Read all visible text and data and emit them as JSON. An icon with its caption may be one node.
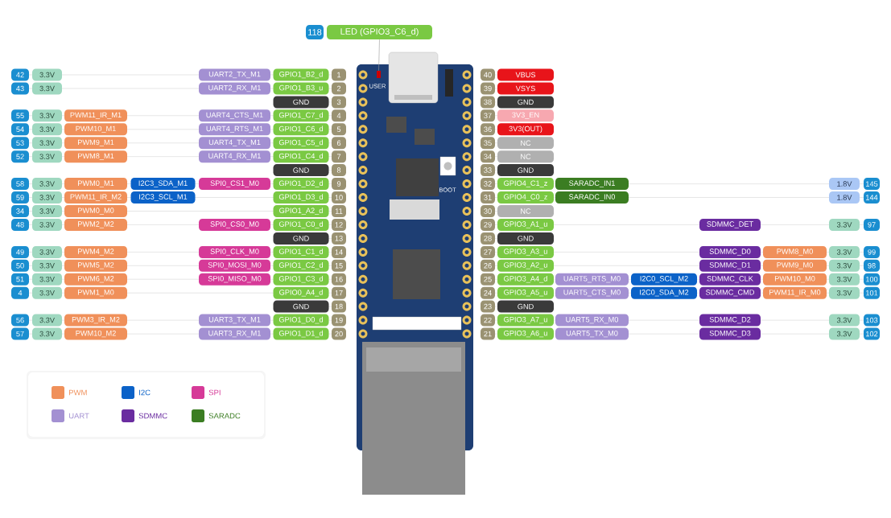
{
  "diagram": {
    "nodes": [
      {
        "text": [
          "118"
        ]
      },
      {
        "text": [
          "LED (GPIO3_C6_d)"
        ]
      },
      {
        "text": [
          "42"
        ]
      },
      {
        "text": [
          "3.3V"
        ]
      },
      {
        "text": [
          "UART2_TX_M1"
        ]
      },
      {
        "text": [
          "GPIO1_B2_d"
        ]
      },
      {
        "text": [
          "1"
        ]
      },
      {
        "text": [
          "43"
        ]
      },
      {
        "text": [
          "3.3V"
        ]
      },
      {
        "text": [
          "UART2_RX_M1"
        ]
      },
      {
        "text": [
          "GPIO1_B3_u"
        ]
      },
      {
        "text": [
          "2"
        ]
      },
      {
        "text": [
          "GND"
        ]
      },
      {
        "text": [
          "3"
        ]
      },
      {
        "text": [
          "55"
        ]
      },
      {
        "text": [
          "3.3V"
        ]
      },
      {
        "text": [
          "PWM11_IR_M1"
        ]
      },
      {
        "text": [
          "UART4_CTS_M1"
        ]
      },
      {
        "text": [
          "GPIO1_C7_d"
        ]
      },
      {
        "text": [
          "4"
        ]
      },
      {
        "text": [
          "54"
        ]
      },
      {
        "text": [
          "3.3V"
        ]
      },
      {
        "text": [
          "PWM10_M1"
        ]
      },
      {
        "text": [
          "UART4_RTS_M1"
        ]
      },
      {
        "text": [
          "GPIO1_C6_d"
        ]
      },
      {
        "text": [
          "5"
        ]
      },
      {
        "text": [
          "53"
        ]
      },
      {
        "text": [
          "3.3V"
        ]
      },
      {
        "text": [
          "PWM9_M1"
        ]
      },
      {
        "text": [
          "UART4_TX_M1"
        ]
      },
      {
        "text": [
          "GPIO1_C5_d"
        ]
      },
      {
        "text": [
          "6"
        ]
      },
      {
        "text": [
          "52"
        ]
      },
      {
        "text": [
          "3.3V"
        ]
      },
      {
        "text": [
          "PWM8_M1"
        ]
      },
      {
        "text": [
          "UART4_RX_M1"
        ]
      },
      {
        "text": [
          "GPIO1_C4_d"
        ]
      },
      {
        "text": [
          "7"
        ]
      },
      {
        "text": [
          "GND"
        ]
      },
      {
        "text": [
          "8"
        ]
      },
      {
        "text": [
          "58"
        ]
      },
      {
        "text": [
          "3.3V"
        ]
      },
      {
        "text": [
          "PWM0_M1"
        ]
      },
      {
        "text": [
          "I2C3_SDA_M1"
        ]
      },
      {
        "text": [
          "SPI0_CS1_M0"
        ]
      },
      {
        "text": [
          "GPIO1_D2_d"
        ]
      },
      {
        "text": [
          "9"
        ]
      },
      {
        "text": [
          "59"
        ]
      },
      {
        "text": [
          "3.3V"
        ]
      },
      {
        "text": [
          "PWM11_IR_M2"
        ]
      },
      {
        "text": [
          "I2C3_SCL_M1"
        ]
      },
      {
        "text": [
          "GPIO1_D3_d"
        ]
      },
      {
        "text": [
          "10"
        ]
      },
      {
        "text": [
          "34"
        ]
      },
      {
        "text": [
          "3.3V"
        ]
      },
      {
        "text": [
          "PWM0_M0"
        ]
      },
      {
        "text": [
          "GPIO1_A2_d"
        ]
      },
      {
        "text": [
          "11"
        ]
      },
      {
        "text": [
          "48"
        ]
      },
      {
        "text": [
          "3.3V"
        ]
      },
      {
        "text": [
          "PWM2_M2"
        ]
      },
      {
        "text": [
          "SPI0_CS0_M0"
        ]
      },
      {
        "text": [
          "GPIO1_C0_d"
        ]
      },
      {
        "text": [
          "12"
        ]
      },
      {
        "text": [
          "GND"
        ]
      },
      {
        "text": [
          "13"
        ]
      },
      {
        "text": [
          "49"
        ]
      },
      {
        "text": [
          "3.3V"
        ]
      },
      {
        "text": [
          "PWM4_M2"
        ]
      },
      {
        "text": [
          "SPI0_CLK_M0"
        ]
      },
      {
        "text": [
          "GPIO1_C1_d"
        ]
      },
      {
        "text": [
          "14"
        ]
      },
      {
        "text": [
          "50"
        ]
      },
      {
        "text": [
          "3.3V"
        ]
      },
      {
        "text": [
          "PWM5_M2"
        ]
      },
      {
        "text": [
          "SPI0_MOSI_M0"
        ]
      },
      {
        "text": [
          "GPIO1_C2_d"
        ]
      },
      {
        "text": [
          "15"
        ]
      },
      {
        "text": [
          "51"
        ]
      },
      {
        "text": [
          "3.3V"
        ]
      },
      {
        "text": [
          "PWM6_M2"
        ]
      },
      {
        "text": [
          "SPI0_MISO_M0"
        ]
      },
      {
        "text": [
          "GPIO1_C3_d"
        ]
      },
      {
        "text": [
          "16"
        ]
      },
      {
        "text": [
          "4"
        ]
      },
      {
        "text": [
          "3.3V"
        ]
      },
      {
        "text": [
          "PWM1_M0"
        ]
      },
      {
        "text": [
          "GPIO0_A4_d"
        ]
      },
      {
        "text": [
          "17"
        ]
      },
      {
        "text": [
          "GND"
        ]
      },
      {
        "text": [
          "18"
        ]
      },
      {
        "text": [
          "56"
        ]
      },
      {
        "text": [
          "3.3V"
        ]
      },
      {
        "text": [
          "PWM3_IR_M2"
        ]
      },
      {
        "text": [
          "UART3_TX_M1"
        ]
      },
      {
        "text": [
          "GPIO1_D0_d"
        ]
      },
      {
        "text": [
          "19"
        ]
      },
      {
        "text": [
          "57"
        ]
      },
      {
        "text": [
          "3.3V"
        ]
      },
      {
        "text": [
          "PWM10_M2"
        ]
      },
      {
        "text": [
          "UART3_RX_M1"
        ]
      },
      {
        "text": [
          "GPIO1_D1_d"
        ]
      },
      {
        "text": [
          "20"
        ]
      },
      {
        "text": [
          "40"
        ]
      },
      {
        "text": [
          "VBUS"
        ]
      },
      {
        "text": [
          "39"
        ]
      },
      {
        "text": [
          "VSYS"
        ]
      },
      {
        "text": [
          "38"
        ]
      },
      {
        "text": [
          "GND"
        ]
      },
      {
        "text": [
          "37"
        ]
      },
      {
        "text": [
          "3V3_EN"
        ]
      },
      {
        "text": [
          "36"
        ]
      },
      {
        "text": [
          "3V3(OUT)"
        ]
      },
      {
        "text": [
          "35"
        ]
      },
      {
        "text": [
          "NC"
        ]
      },
      {
        "text": [
          "34"
        ]
      },
      {
        "text": [
          "NC"
        ]
      },
      {
        "text": [
          "33"
        ]
      },
      {
        "text": [
          "GND"
        ]
      },
      {
        "text": [
          "32"
        ]
      },
      {
        "text": [
          "GPIO4_C1_z"
        ]
      },
      {
        "text": [
          "SARADC_IN1"
        ]
      },
      {
        "text": [
          "1.8V"
        ]
      },
      {
        "text": [
          "145"
        ]
      },
      {
        "text": [
          "31"
        ]
      },
      {
        "text": [
          "GPIO4_C0_z"
        ]
      },
      {
        "text": [
          "SARADC_IN0"
        ]
      },
      {
        "text": [
          "1.8V"
        ]
      },
      {
        "text": [
          "144"
        ]
      },
      {
        "text": [
          "30"
        ]
      },
      {
        "text": [
          "NC"
        ]
      },
      {
        "text": [
          "29"
        ]
      },
      {
        "text": [
          "GPIO3_A1_u"
        ]
      },
      {
        "text": [
          "SDMMC_DET"
        ]
      },
      {
        "text": [
          "3.3V"
        ]
      },
      {
        "text": [
          "97"
        ]
      },
      {
        "text": [
          "28"
        ]
      },
      {
        "text": [
          "GND"
        ]
      },
      {
        "text": [
          "27"
        ]
      },
      {
        "text": [
          "GPIO3_A3_u"
        ]
      },
      {
        "text": [
          "SDMMC_D0"
        ]
      },
      {
        "text": [
          "PWM8_M0"
        ]
      },
      {
        "text": [
          "3.3V"
        ]
      },
      {
        "text": [
          "99"
        ]
      },
      {
        "text": [
          "26"
        ]
      },
      {
        "text": [
          "GPIO3_A2_u"
        ]
      },
      {
        "text": [
          "SDMMC_D1"
        ]
      },
      {
        "text": [
          "PWM9_M0"
        ]
      },
      {
        "text": [
          "3.3V"
        ]
      },
      {
        "text": [
          "98"
        ]
      },
      {
        "text": [
          "25"
        ]
      },
      {
        "text": [
          "GPIO3_A4_d"
        ]
      },
      {
        "text": [
          "UART5_RTS_M0"
        ]
      },
      {
        "text": [
          "I2C0_SCL_M2"
        ]
      },
      {
        "text": [
          "SDMMC_CLK"
        ]
      },
      {
        "text": [
          "PWM10_M0"
        ]
      },
      {
        "text": [
          "3.3V"
        ]
      },
      {
        "text": [
          "100"
        ]
      },
      {
        "text": [
          "24"
        ]
      },
      {
        "text": [
          "GPIO3_A5_u"
        ]
      },
      {
        "text": [
          "UART5_CTS_M0"
        ]
      },
      {
        "text": [
          "I2C0_SDA_M2"
        ]
      },
      {
        "text": [
          "SDMMC_CMD"
        ]
      },
      {
        "text": [
          "PWM11_IR_M0"
        ]
      },
      {
        "text": [
          "3.3V"
        ]
      },
      {
        "text": [
          "101"
        ]
      },
      {
        "text": [
          "23"
        ]
      },
      {
        "text": [
          "GND"
        ]
      },
      {
        "text": [
          "22"
        ]
      },
      {
        "text": [
          "GPIO3_A7_u"
        ]
      },
      {
        "text": [
          "UART5_RX_M0"
        ]
      },
      {
        "text": [
          "SDMMC_D2"
        ]
      },
      {
        "text": [
          "3.3V"
        ]
      },
      {
        "text": [
          "103"
        ]
      },
      {
        "text": [
          "21"
        ]
      },
      {
        "text": [
          "GPIO3_A6_u"
        ]
      },
      {
        "text": [
          "UART5_TX_M0"
        ]
      },
      {
        "text": [
          "SDMMC_D3"
        ]
      },
      {
        "text": [
          "3.3V"
        ]
      },
      {
        "text": [
          "102"
        ]
      },
      {
        "text": [],
        "shape": "box"
      }
    ],
    "edges": [
      {
        "from": 1,
        "to": 180,
        "arrow": "none"
      }
    ],
    "labels": [
      "USER",
      "BOOT"
    ],
    "legend": [
      {
        "text": "PWM",
        "color": "#f0905a"
      },
      {
        "text": "I2C",
        "color": "#0b62c8"
      },
      {
        "text": "SPI",
        "color": "#d63a98"
      },
      {
        "text": "UART",
        "color": "#a390d2"
      },
      {
        "text": "SDMMC",
        "color": "#6a2ca0"
      },
      {
        "text": "SARADC",
        "color": "#3b7d22"
      }
    ]
  }
}
